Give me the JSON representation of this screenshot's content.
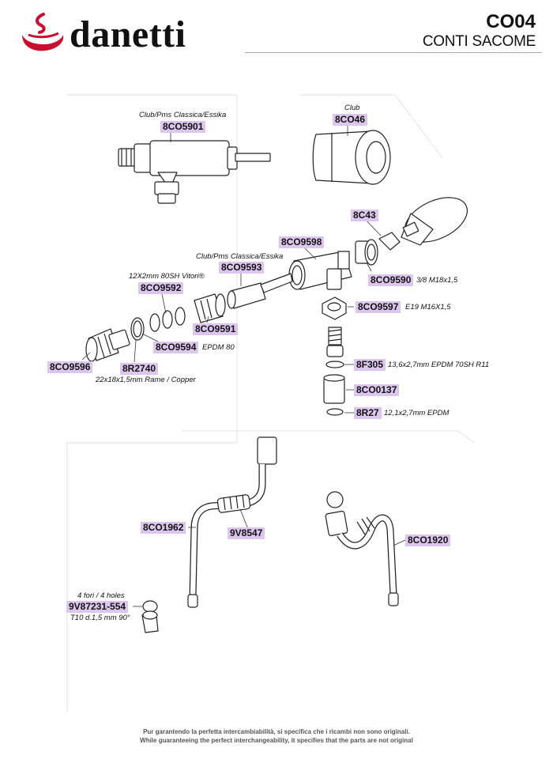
{
  "header": {
    "brand": "danetti",
    "code": "CO04",
    "model": "CONTI SACOME"
  },
  "parts": {
    "p8co5901": {
      "code": "8CO5901",
      "note": "Club/Pms Classica/Essika"
    },
    "p8co46": {
      "code": "8CO46",
      "note": "Club"
    },
    "p8c43": {
      "code": "8C43"
    },
    "p8co9598": {
      "code": "8CO9598"
    },
    "p8co9593": {
      "code": "8CO9593",
      "note": "Club/Pms Classica/Essika"
    },
    "p8co9592": {
      "code": "8CO9592",
      "note": "12X2mm 80SH Vitori®"
    },
    "p8co9590": {
      "code": "8CO9590",
      "note": "3/8 M18x1,5"
    },
    "p8co9597": {
      "code": "8CO9597",
      "note": "E19 M16X1,5"
    },
    "p8co9591": {
      "code": "8CO9591"
    },
    "p8co9594": {
      "code": "8CO9594",
      "note": "EPDM 80"
    },
    "p8co9596": {
      "code": "8CO9596"
    },
    "p8r2740": {
      "code": "8R2740",
      "note": "22x18x1,5mm Rame / Copper"
    },
    "p8f305": {
      "code": "8F305",
      "note": "13,6x2,7mm EPDM 70SH R11"
    },
    "p8co0137": {
      "code": "8CO0137"
    },
    "p8r27": {
      "code": "8R27",
      "note": "12,1x2,7mm EPDM"
    },
    "p8co1962": {
      "code": "8CO1962"
    },
    "p9v8547": {
      "code": "9V8547"
    },
    "p8co1920": {
      "code": "8CO1920"
    },
    "p9v87231": {
      "code": "9V87231-554",
      "note_top": "4 fori / 4 holes",
      "note": "T10 d.1,5 mm 90°"
    }
  },
  "footer": {
    "line1": "Pur garantendo la perfetta intercambiabilità, si specifica che i ricambi non sono originali.",
    "line2": "While guaranteeing the perfect interchangeability, it specifies that the parts are not original"
  },
  "colors": {
    "label_bg": "#dcc6ee",
    "logo_red": "#c8102e",
    "line": "#222"
  }
}
